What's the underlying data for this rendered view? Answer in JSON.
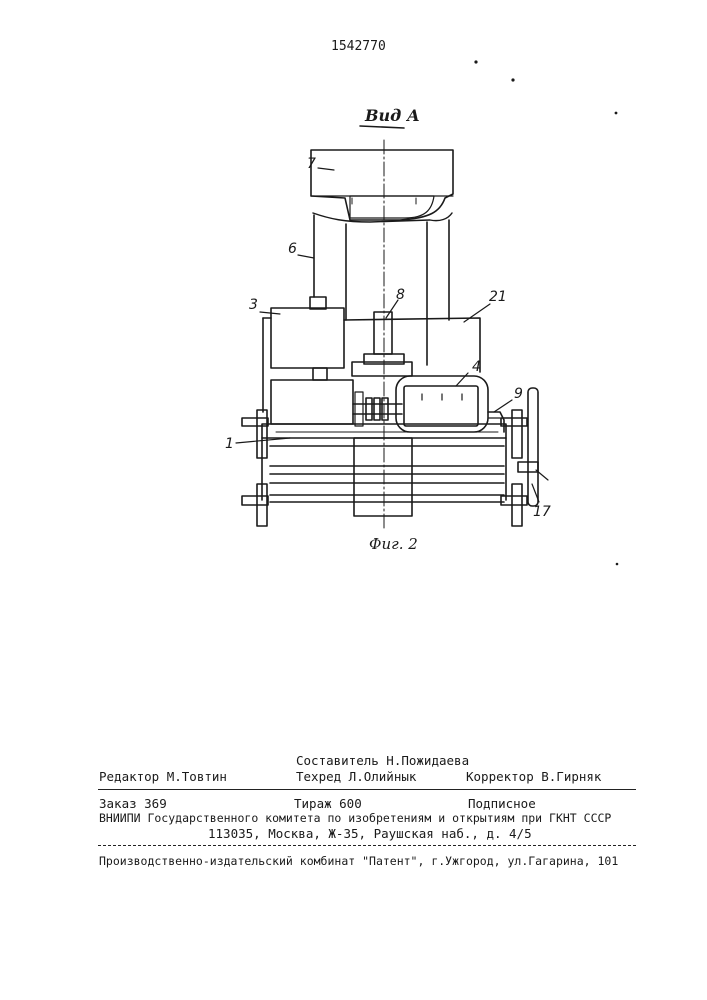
{
  "page": {
    "patent_number": "1542770",
    "view_label": "Вид А",
    "figure_label": "Фиг. 2",
    "callouts": {
      "c7": "7",
      "c6": "6",
      "c3": "3",
      "c8": "8",
      "c21": "21",
      "c4": "4",
      "c9": "9",
      "c1": "1",
      "c17": "17"
    }
  },
  "colophon": {
    "compiler": "Составитель Н.Пожидаева",
    "editor": "Редактор М.Товтин",
    "techred": "Техред Л.Олийнык",
    "corrector": "Корректор В.Гирняк",
    "order": "Заказ 369",
    "circulation": "Тираж 600",
    "subscription": "Подписное",
    "institute": "ВНИИПИ Государственного комитета по изобретениям и открытиям при ГКНТ СССР",
    "address": "113035, Москва, Ж-35, Раушская наб., д. 4/5",
    "publisher": "Производственно-издательский комбинат \"Патент\", г.Ужгород, ул.Гагарина, 101"
  }
}
